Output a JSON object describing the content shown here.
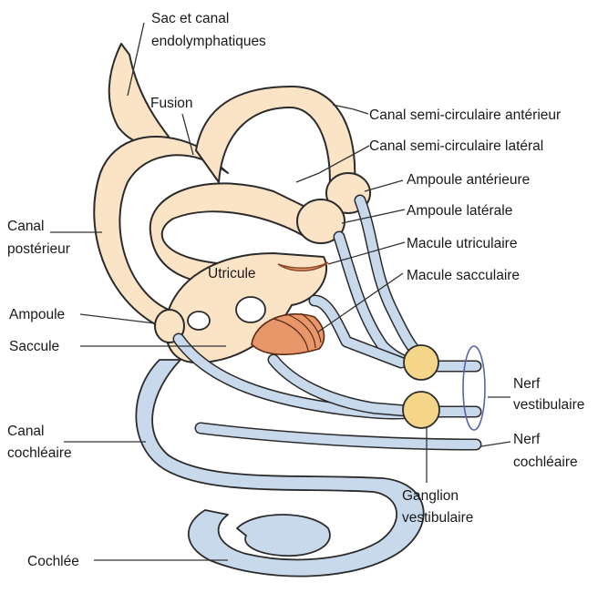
{
  "labels": {
    "sac_canal_line1": "Sac et canal",
    "sac_canal_line2": "endolymphatiques",
    "fusion": "Fusion",
    "canal_anterieur": "Canal semi-circulaire antérieur",
    "canal_lateral": "Canal semi-circulaire latéral",
    "ampoule_anterieure": "Ampoule antérieure",
    "ampoule_laterale": "Ampoule latérale",
    "macule_utriculaire": "Macule utriculaire",
    "macule_sacculaire": "Macule sacculaire",
    "canal_posterieur_line1": "Canal",
    "canal_posterieur_line2": "postérieur",
    "utricule": "Utricule",
    "ampoule": "Ampoule",
    "saccule": "Saccule",
    "canal_cochleaire_line1": "Canal",
    "canal_cochleaire_line2": "cochléaire",
    "nerf_vestibulaire_line1": "Nerf",
    "nerf_vestibulaire_line2": "vestibulaire",
    "nerf_cochleaire_line1": "Nerf",
    "nerf_cochleaire_line2": "cochléaire",
    "ganglion_line1": "Ganglion",
    "ganglion_line2": "vestibulaire",
    "cochlee": "Cochlée"
  },
  "colors": {
    "membranous_labyrinth": "#fbe3c6",
    "nerve_and_duct": "#c9d9ec",
    "macula": "#e8976a",
    "ganglion": "#f4d58a",
    "outline": "#2b2b2b"
  }
}
